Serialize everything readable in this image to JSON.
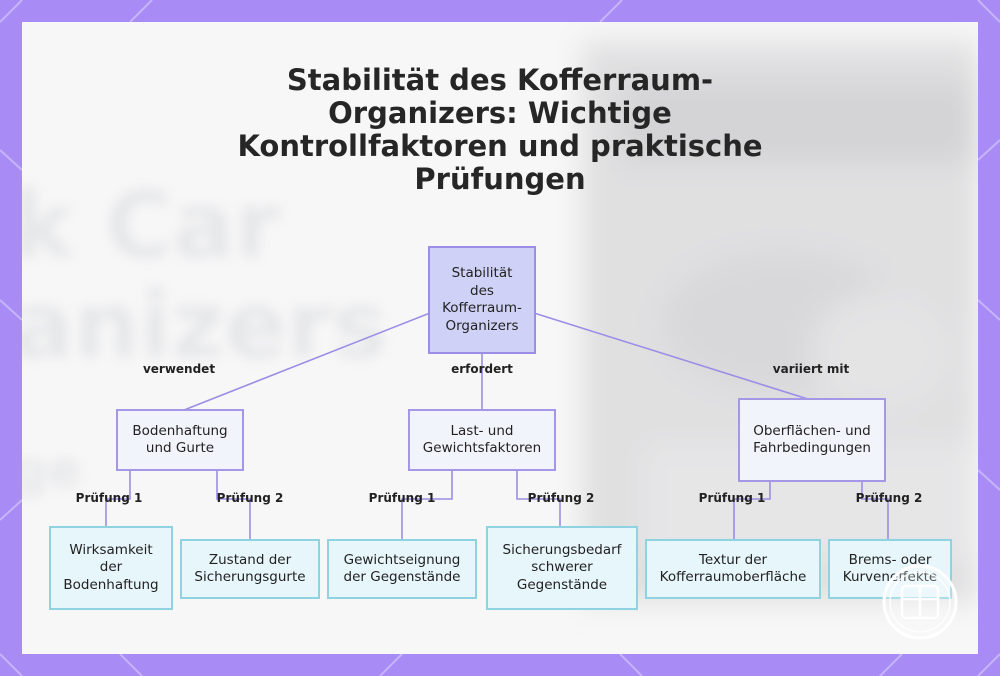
{
  "title": "Stabilität des Kofferraum-Organizers: Wichtige Kontrollfaktoren und praktische Prüfungen",
  "background_text": [
    "k Car",
    "anizers",
    "ge"
  ],
  "colors": {
    "frame": "#a98bf5",
    "root_fill": "#cfd2f6",
    "mid_fill": "#f2f4fb",
    "leaf_fill": "#e7f6fb",
    "edge": "#9a8ee6",
    "leaf_edge": "#8fd3e0"
  },
  "nodes": {
    "root": "Stabilität des Kofferraum-Organizers",
    "branches": [
      {
        "label": "Bodenhaftung und Gurte",
        "edge": "verwendet",
        "children": [
          {
            "label": "Wirksamkeit der Bodenhaftung",
            "edge": "Prüfung 1"
          },
          {
            "label": "Zustand der Sicherungsgurte",
            "edge": "Prüfung 2"
          }
        ]
      },
      {
        "label": "Last- und Gewichtsfaktoren",
        "edge": "erfordert",
        "children": [
          {
            "label": "Gewichtseignung der Gegenstände",
            "edge": "Prüfung 1"
          },
          {
            "label": "Sicherungsbedarf schwerer Gegenstände",
            "edge": "Prüfung 2"
          }
        ]
      },
      {
        "label": "Oberflächen- und Fahrbedingungen",
        "edge": "variiert mit",
        "children": [
          {
            "label": "Textur der Kofferraumoberfläche",
            "edge": "Prüfung 1"
          },
          {
            "label": "Brems- oder Kurveneffekte",
            "edge": "Prüfung 2"
          }
        ]
      }
    ]
  },
  "icons": {
    "watermark": "grid-logo-icon"
  }
}
